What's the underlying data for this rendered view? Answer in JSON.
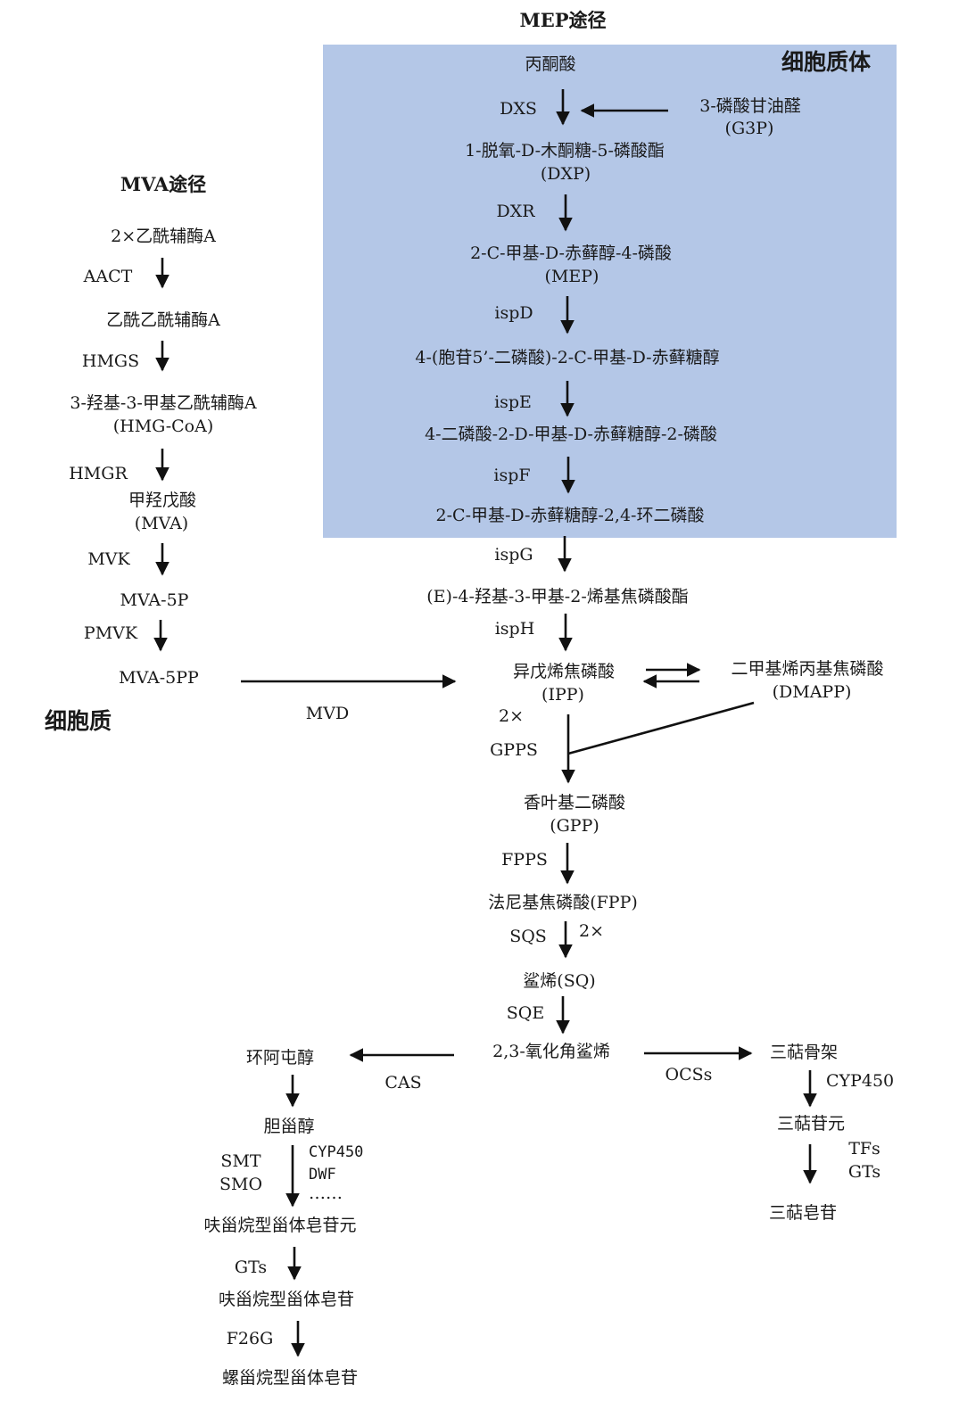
{
  "titles": {
    "mep": "MEP途径",
    "mva": "MVA途径",
    "plastid": "细胞质体",
    "cytoplasm": "细胞质"
  },
  "mep": {
    "pyruvate": "丙酮酸",
    "dxs": "DXS",
    "g3p_name": "3-磷酸甘油醛",
    "g3p_abbr": "(G3P)",
    "dxp_name": "1-脱氧-D-木酮糖-5-磷酸酯",
    "dxp_abbr": "(DXP)",
    "dxr": "DXR",
    "mep_name": "2-C-甲基-D-赤藓醇-4-磷酸",
    "mep_abbr": "(MEP)",
    "ispd": "ispD",
    "cdp_me": "4-(胞苷5’-二磷酸)-2-C-甲基-D-赤藓糖醇",
    "ispe": "ispE",
    "cdp_mep": "4-二磷酸-2-D-甲基-D-赤藓糖醇-2-磷酸",
    "ispf": "ispF",
    "mecpp": "2-C-甲基-D-赤藓糖醇-2,4-环二磷酸",
    "ispg": "ispG",
    "hmbpp": "(E)-4-羟基-3-甲基-2-烯基焦磷酸酯",
    "isph": "ispH"
  },
  "mva": {
    "acetyl_coa": "2×乙酰辅酶A",
    "aact": "AACT",
    "acetoacetyl_coa": "乙酰乙酰辅酶A",
    "hmgs": "HMGS",
    "hmg_coa_name": "3-羟基-3-甲基乙酰辅酶A",
    "hmg_coa_abbr": "(HMG-CoA)",
    "hmgr": "HMGR",
    "mva_name": "甲羟戊酸",
    "mva_abbr": "(MVA)",
    "mvk": "MVK",
    "mva5p": "MVA-5P",
    "pmvk": "PMVK",
    "mva5pp": "MVA-5PP",
    "mvd": "MVD"
  },
  "common": {
    "ipp_name": "异戊烯焦磷酸",
    "ipp_abbr": "(IPP)",
    "dmapp_name": "二甲基烯丙基焦磷酸",
    "dmapp_abbr": "(DMAPP)",
    "two_x_ipp": "2×",
    "gpps": "GPPS",
    "gpp_name": "香叶基二磷酸",
    "gpp_abbr": "(GPP)",
    "fpps": "FPPS",
    "fpp": "法尼基焦磷酸(FPP)",
    "sqs": "SQS",
    "two_x_fpp": "2×",
    "squalene": "鲨烯(SQ)",
    "sqe": "SQE",
    "oxidosqualene": "2,3-氧化角鲨烯"
  },
  "steroid": {
    "cas": "CAS",
    "cycloartenol": "环阿屯醇",
    "cholesterol": "胆甾醇",
    "smt": "SMT",
    "smo": "SMO",
    "cyp450": "CYP450",
    "dwf": "DWF",
    "dots": "……",
    "furostanol_aglycone": "呋甾烷型甾体皂苷元",
    "gts": "GTs",
    "furostanol_saponin": "呋甾烷型甾体皂苷",
    "f26g": "F26G",
    "spirostanol_saponin": "螺甾烷型甾体皂苷"
  },
  "triterpene": {
    "ocss": "OCSs",
    "skeleton": "三萜骨架",
    "cyp450": "CYP450",
    "aglycone": "三萜苷元",
    "tfs": "TFs",
    "gts": "GTs",
    "saponin": "三萜皂苷"
  }
}
